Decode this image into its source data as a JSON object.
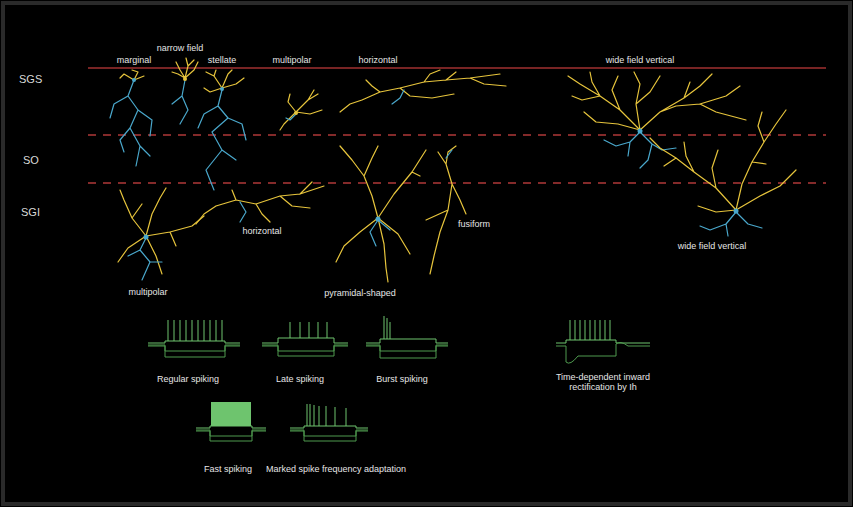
{
  "diagram": {
    "labels": [
      "marginal",
      "narrow field",
      "stellate",
      "multipolar",
      "horizontal",
      "wide field vertical",
      "SGS",
      "SO",
      "SGI",
      "multipolar",
      "horizontal",
      "pyramidal-shaped",
      "fusiform",
      "wide field vertical",
      "Regular spiking",
      "Late spiking",
      "Burst spiking",
      "Time-dependent inward rectification by Ih",
      "Fast spiking",
      "Marked spike frequency adaptation"
    ]
  }
}
